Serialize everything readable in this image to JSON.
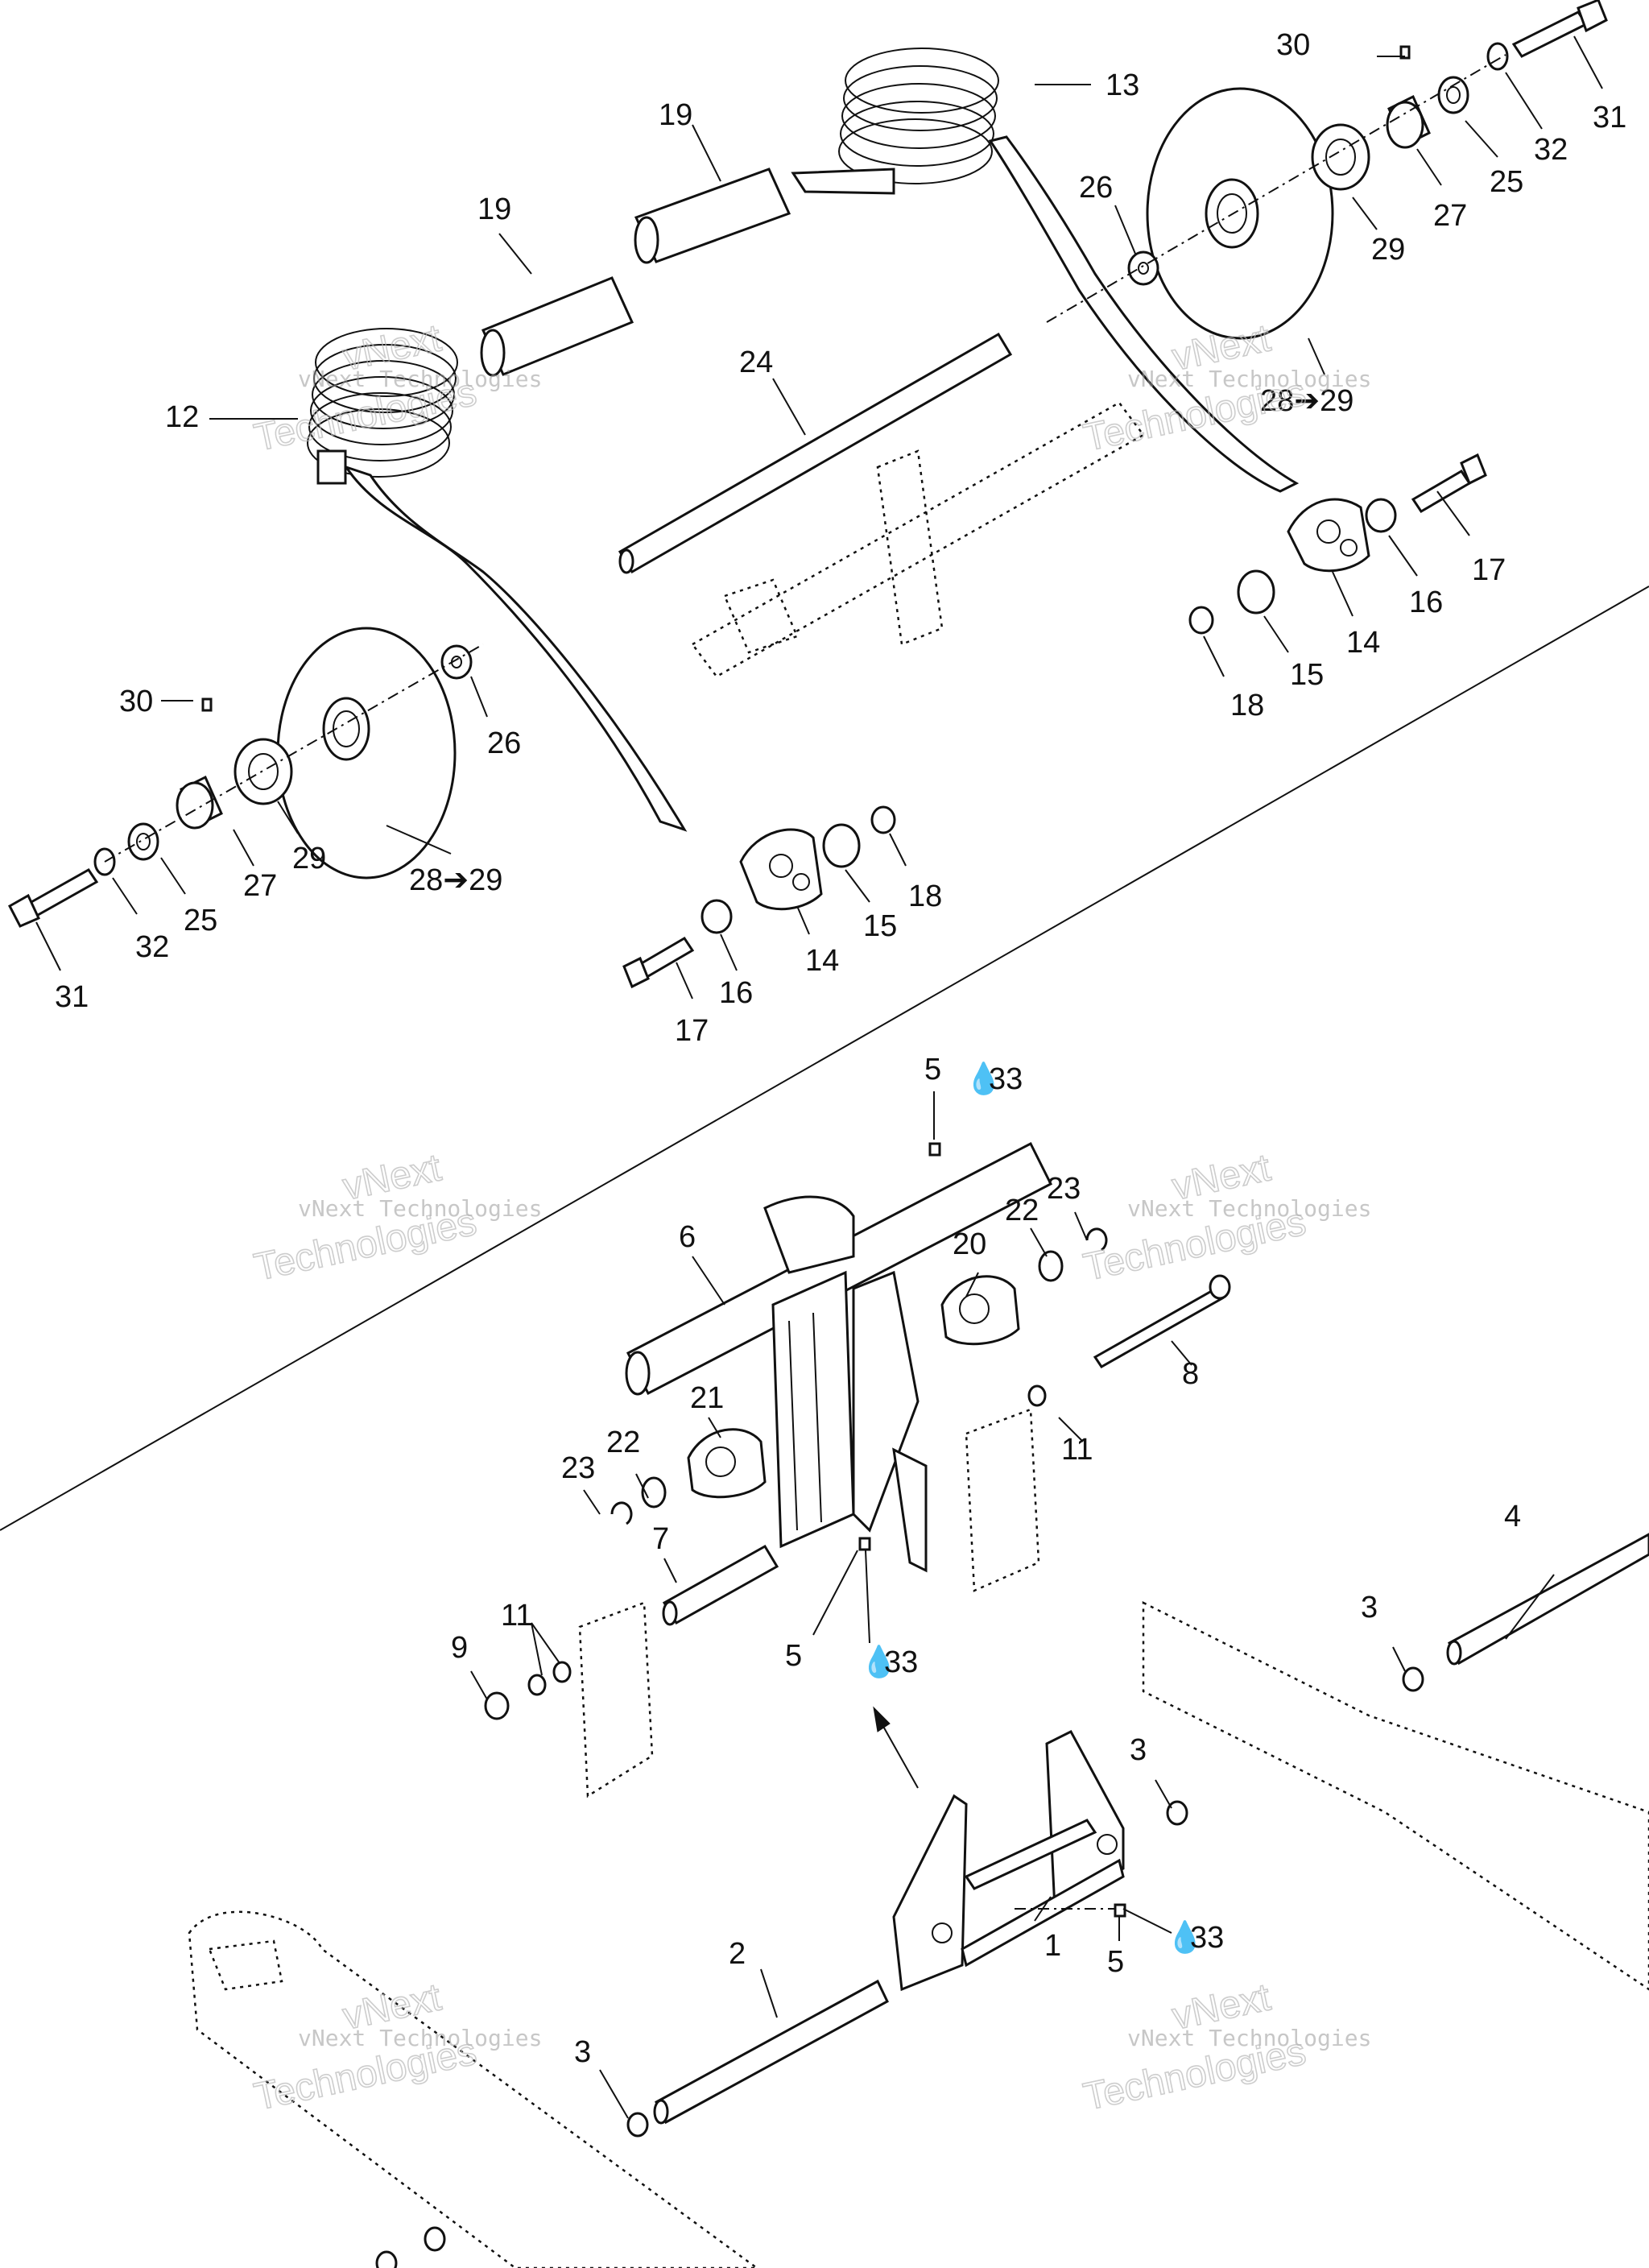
{
  "diagram": {
    "labels": {
      "l1": "1",
      "l2": "2",
      "l3a": "3",
      "l3b": "3",
      "l3c": "3",
      "l4": "4",
      "l5a": "5",
      "l5b": "5",
      "l5c": "5",
      "l6": "6",
      "l7": "7",
      "l8": "8",
      "l9": "9",
      "l11a": "11",
      "l11b": "11",
      "l12": "12",
      "l13": "13",
      "l14a": "14",
      "l14b": "14",
      "l15a": "15",
      "l15b": "15",
      "l16a": "16",
      "l16b": "16",
      "l17a": "17",
      "l17b": "17",
      "l18a": "18",
      "l18b": "18",
      "l19a": "19",
      "l19b": "19",
      "l20": "20",
      "l21": "21",
      "l22a": "22",
      "l22b": "22",
      "l23a": "23",
      "l23b": "23",
      "l24": "24",
      "l25a": "25",
      "l25b": "25",
      "l26a": "26",
      "l26b": "26",
      "l27a": "27",
      "l27b": "27",
      "l28a": "28➔29",
      "l28b": "28➔29",
      "l29a": "29",
      "l29b": "29",
      "l30a": "30",
      "l30b": "30",
      "l31a": "31",
      "l31b": "31",
      "l32a": "32",
      "l32b": "32",
      "l33a": "33",
      "l33b": "33",
      "l33c": "33"
    },
    "watermark": {
      "line1": "vNext Technologies",
      "line2a": "vNext",
      "line2b": "Technologies"
    }
  }
}
